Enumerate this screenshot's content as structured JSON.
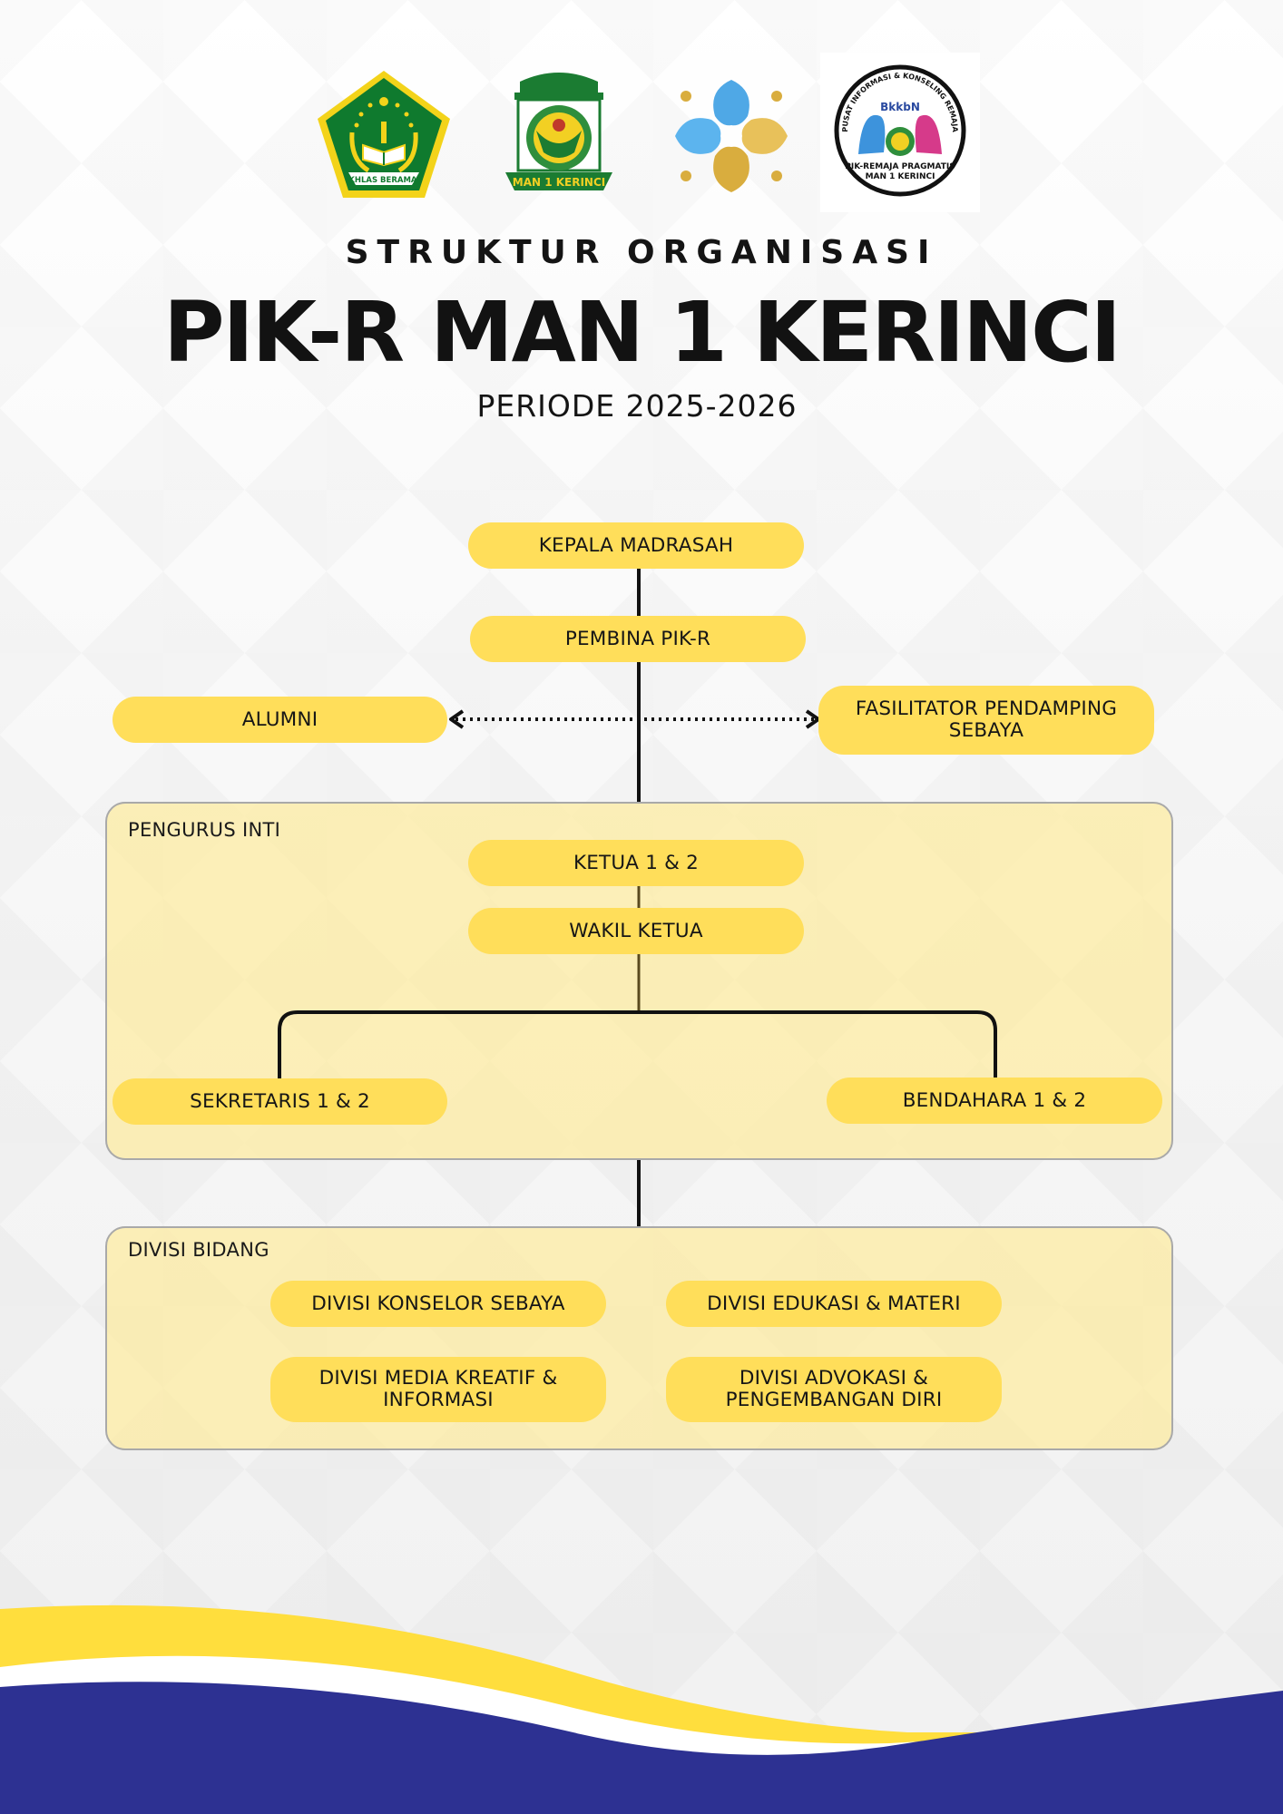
{
  "logos": [
    {
      "icon": "kemenag-emblem-icon",
      "text": "IKHLAS BERAMAL"
    },
    {
      "icon": "man1-kerinci-emblem-icon",
      "text": "MAN 1 KERINCI"
    },
    {
      "icon": "pikr-flower-logo-icon",
      "text": ""
    },
    {
      "icon": "bkkbn-pikr-badge-icon",
      "text": "BkkbN",
      "ring_text": "PUSAT INFORMASI & KONSELING REMAJA",
      "caption_line1": "PIK-REMAJA PRAGMATIS",
      "caption_line2": "MAN 1 KERINCI"
    }
  ],
  "header": {
    "subtitle": "STRUKTUR ORGANISASI",
    "title": "PIK-R MAN 1 KERINCI",
    "period": "PERIODE 2025-2026"
  },
  "nodes": {
    "kepala_madrasah": "KEPALA MADRASAH",
    "pembina": "PEMBINA PIK-R",
    "alumni": "ALUMNI",
    "fasilitator": "FASILITATOR PENDAMPING SEBAYA"
  },
  "pengurus_inti": {
    "label": "PENGURUS INTI",
    "ketua": "KETUA 1 & 2",
    "wakil_ketua": "WAKIL KETUA",
    "sekretaris": "SEKRETARIS 1 & 2",
    "bendahara": "BENDAHARA 1 & 2"
  },
  "divisi_bidang": {
    "label": "DIVISI BIDANG",
    "items": [
      "DIVISI KONSELOR SEBAYA",
      "DIVISI EDUKASI & MATERI",
      "DIVISI MEDIA KREATIF & INFORMASI",
      "DIVISI ADVOKASI & PENGEMBANGAN DIRI"
    ]
  },
  "colors": {
    "node_fill": "#ffde5a",
    "panel_fill": "#fdeca0",
    "footer_navy": "#2d3192",
    "footer_yellow": "#ffde3d",
    "connector": "#111111"
  }
}
